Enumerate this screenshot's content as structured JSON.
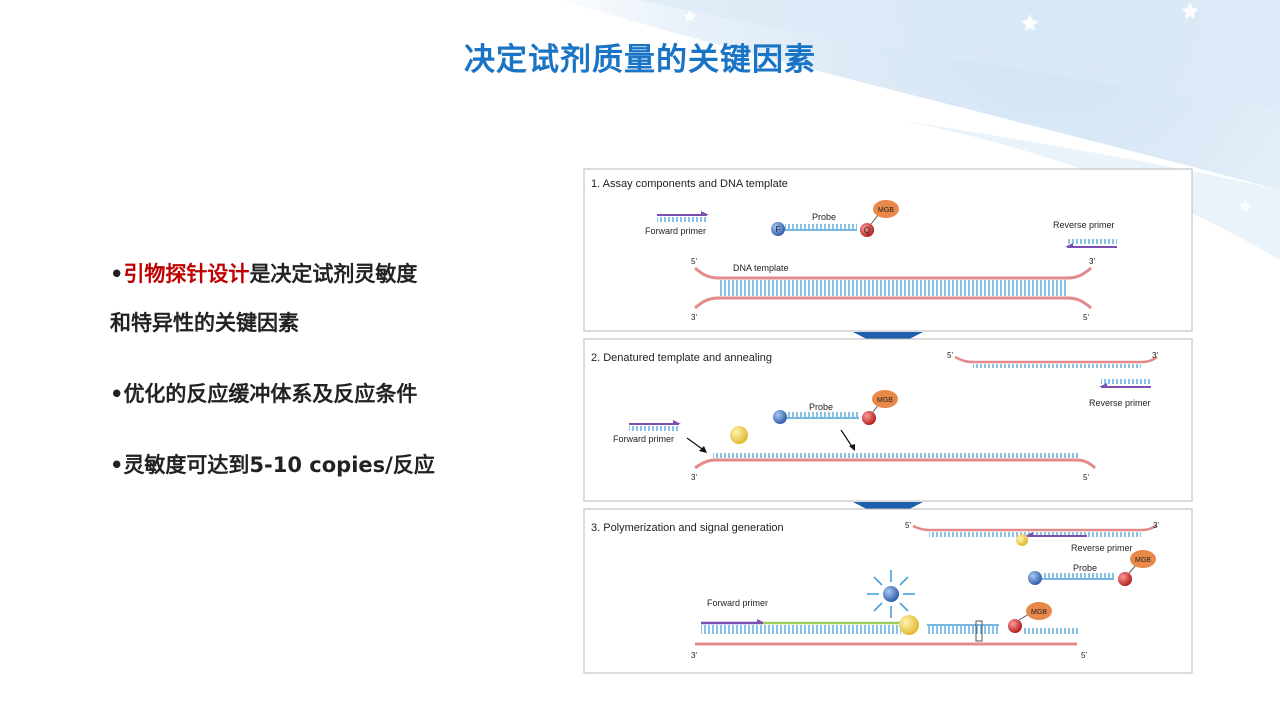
{
  "slide": {
    "title": "决定试剂质量的关键因素"
  },
  "bullets": {
    "item1_highlight": "引物探针设计",
    "item1_rest_a": "是决定试剂灵敏度",
    "item1_rest_b": "和特异性的关键因素",
    "item2": "优化的反应缓冲体系及反应条件",
    "item3": "灵敏度可达到5-10 copies/反应",
    "bullet_symbol": "•"
  },
  "figure": {
    "panel1": {
      "title": "1. Assay components and DNA template",
      "forward_primer": "Forward primer",
      "probe": "Probe",
      "mgb": "MGB",
      "f": "F",
      "q": "Q",
      "reverse_primer": "Reverse primer",
      "dna_template": "DNA template",
      "five_prime": "5'",
      "three_prime": "3'"
    },
    "panel2": {
      "title": "2. Denatured template and annealing",
      "forward_primer": "Forward primer",
      "probe": "Probe",
      "mgb": "MGB",
      "reverse_primer": "Reverse primer",
      "five_prime": "5'",
      "three_prime": "3'"
    },
    "panel3": {
      "title": "3. Polymerization and signal generation",
      "forward_primer": "Forward primer",
      "probe": "Probe",
      "mgb": "MGB",
      "reverse_primer": "Reverse primer",
      "five_prime": "5'",
      "three_prime": "3'"
    }
  },
  "colors": {
    "title_blue": "#1a74c6",
    "highlight_red": "#c00000",
    "strand_red": "#e58a8a",
    "strand_blue": "#4a9fd8",
    "primer_purple": "#7b4fb0",
    "arrow_blue": "#1f5fae"
  }
}
